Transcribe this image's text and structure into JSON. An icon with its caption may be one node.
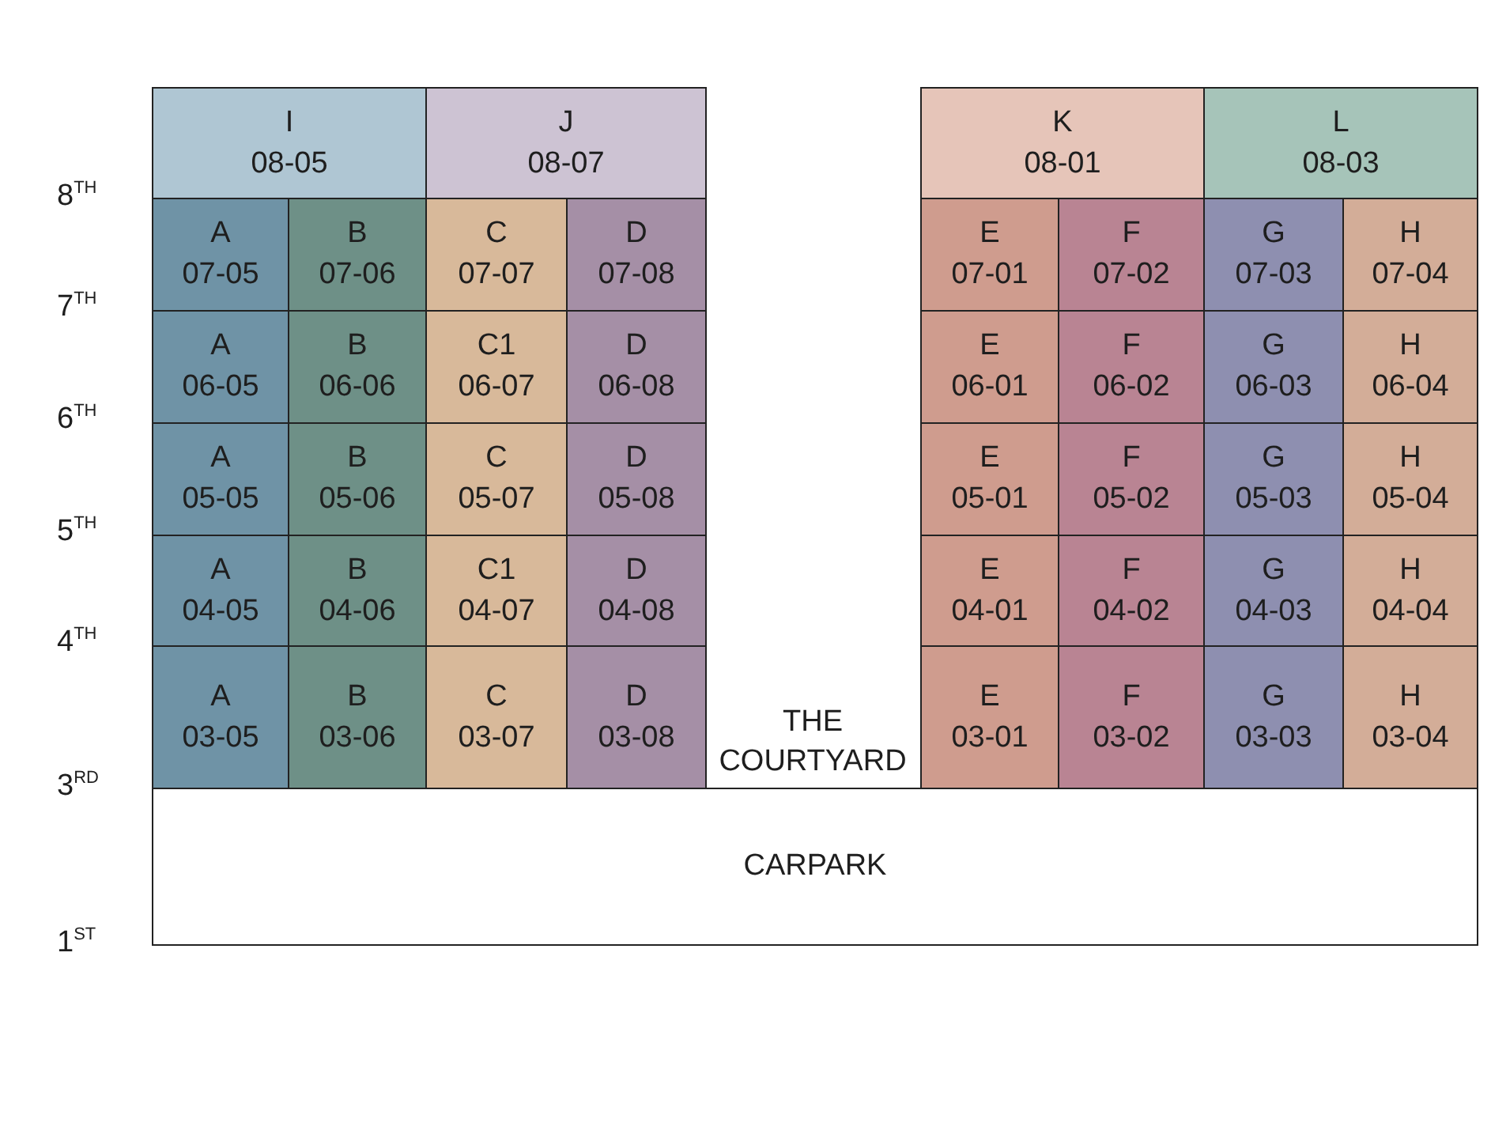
{
  "diagram": {
    "nodes": [
      {
        "text": [
          "I",
          "08-05"
        ]
      },
      {
        "text": [
          "J",
          "08-07"
        ]
      },
      {
        "text": [
          "K",
          "08-01"
        ]
      },
      {
        "text": [
          "L",
          "08-03"
        ]
      },
      {
        "text": [
          "A",
          "07-05"
        ]
      },
      {
        "text": [
          "B",
          "07-06"
        ]
      },
      {
        "text": [
          "C",
          "07-07"
        ]
      },
      {
        "text": [
          "D",
          "07-08"
        ]
      },
      {
        "text": [
          "E",
          "07-01"
        ]
      },
      {
        "text": [
          "F",
          "07-02"
        ]
      },
      {
        "text": [
          "G",
          "07-03"
        ]
      },
      {
        "text": [
          "H",
          "07-04"
        ]
      },
      {
        "text": [
          "A",
          "06-05"
        ]
      },
      {
        "text": [
          "B",
          "06-06"
        ]
      },
      {
        "text": [
          "C1",
          "06-07"
        ]
      },
      {
        "text": [
          "D",
          "06-08"
        ]
      },
      {
        "text": [
          "E",
          "06-01"
        ]
      },
      {
        "text": [
          "F",
          "06-02"
        ]
      },
      {
        "text": [
          "G",
          "06-03"
        ]
      },
      {
        "text": [
          "H",
          "06-04"
        ]
      },
      {
        "text": [
          "A",
          "05-05"
        ]
      },
      {
        "text": [
          "B",
          "05-06"
        ]
      },
      {
        "text": [
          "C",
          "05-07"
        ]
      },
      {
        "text": [
          "D",
          "05-08"
        ]
      },
      {
        "text": [
          "E",
          "05-01"
        ]
      },
      {
        "text": [
          "F",
          "05-02"
        ]
      },
      {
        "text": [
          "G",
          "05-03"
        ]
      },
      {
        "text": [
          "H",
          "05-04"
        ]
      },
      {
        "text": [
          "A",
          "04-05"
        ]
      },
      {
        "text": [
          "B",
          "04-06"
        ]
      },
      {
        "text": [
          "C1",
          "04-07"
        ]
      },
      {
        "text": [
          "D",
          "04-08"
        ]
      },
      {
        "text": [
          "E",
          "04-01"
        ]
      },
      {
        "text": [
          "F",
          "04-02"
        ]
      },
      {
        "text": [
          "G",
          "04-03"
        ]
      },
      {
        "text": [
          "H",
          "04-04"
        ]
      },
      {
        "text": [
          "A",
          "03-05"
        ]
      },
      {
        "text": [
          "B",
          "03-06"
        ]
      },
      {
        "text": [
          "C",
          "03-07"
        ]
      },
      {
        "text": [
          "D",
          "03-08"
        ]
      },
      {
        "text": [
          "E",
          "03-01"
        ]
      },
      {
        "text": [
          "F",
          "03-02"
        ]
      },
      {
        "text": [
          "G",
          "03-03"
        ]
      },
      {
        "text": [
          "H",
          "03-04"
        ]
      },
      {
        "text": [
          "CARPARK"
        ]
      }
    ],
    "labels": [
      "8$^{TH}$",
      "7$^{TH}$",
      "6$^{TH}$",
      "5$^{TH}$",
      "4$^{TH}$",
      "3$^{RD}$",
      "1$^{ST}$",
      "THE COURTYARD"
    ]
  }
}
